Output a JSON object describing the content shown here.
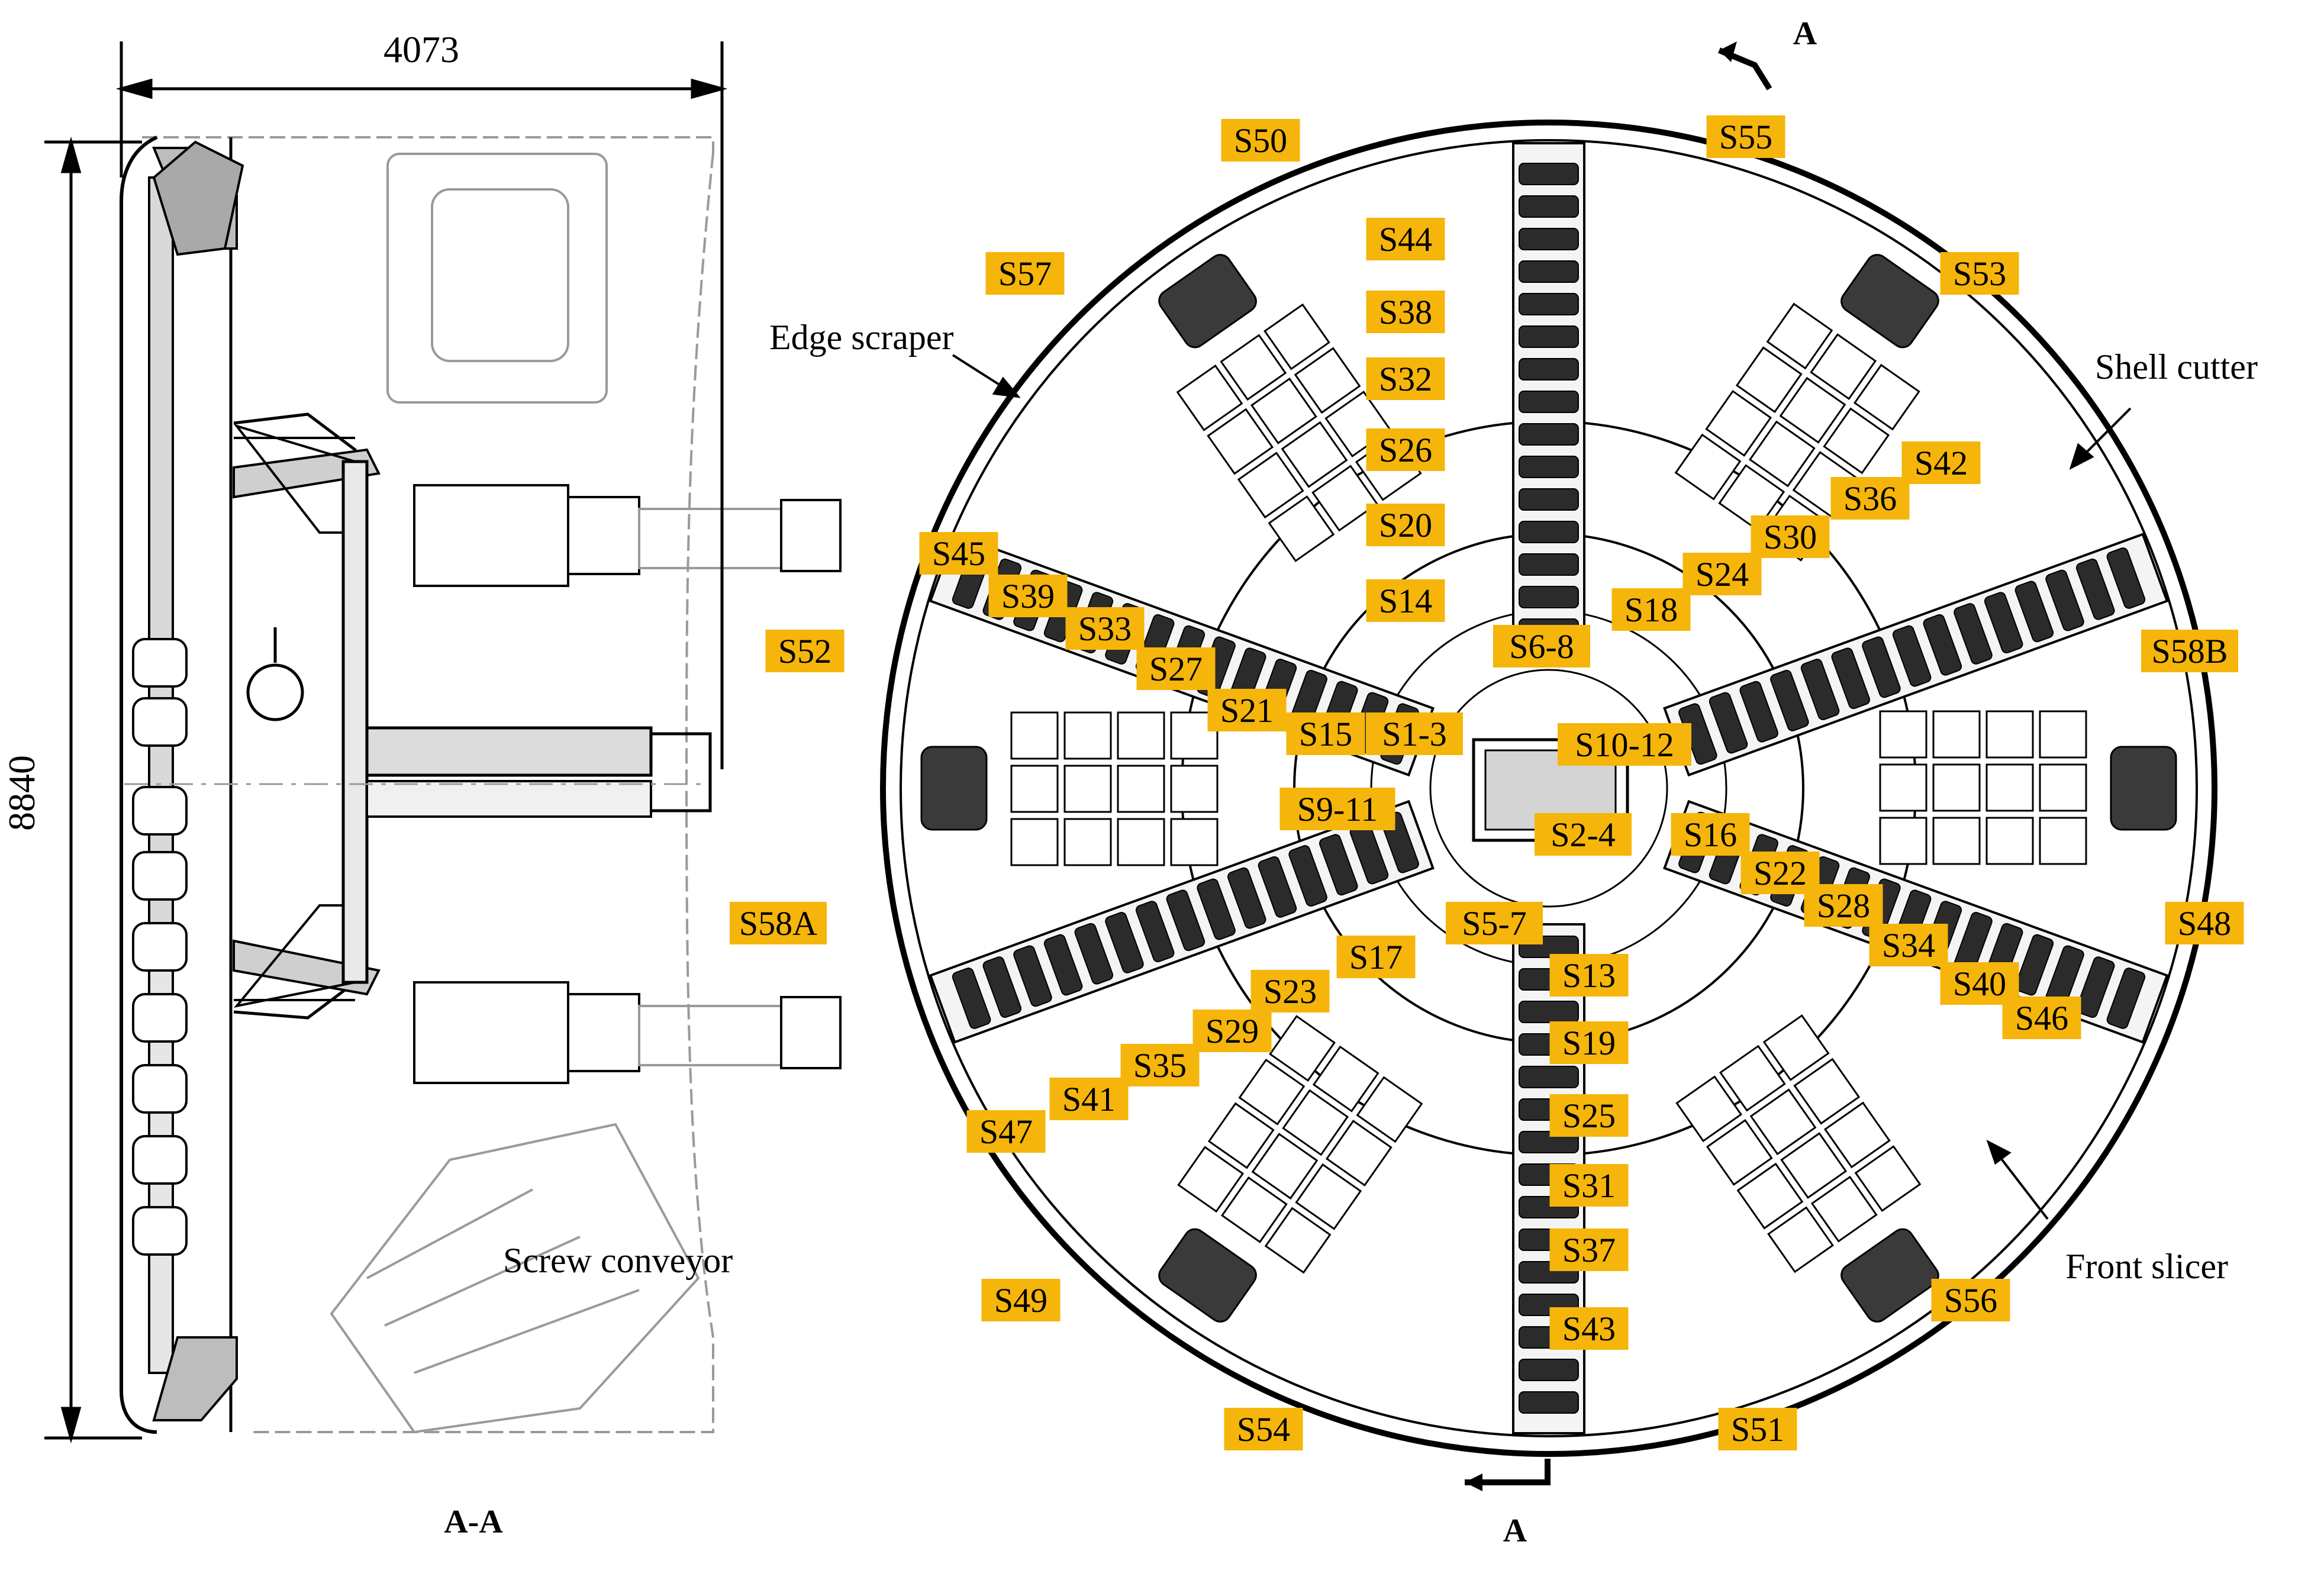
{
  "colors": {
    "tag_fill": "#F5B50A",
    "line": "#000000",
    "faint_line": "#9a9a9a",
    "background": "#ffffff"
  },
  "dimensions": {
    "width": "4073",
    "height": "8840"
  },
  "section": {
    "marker": "A",
    "view_caption": "A-A"
  },
  "annotations": {
    "edge_scraper": "Edge scraper",
    "shell_cutter": "Shell cutter",
    "front_slicer": "Front slicer",
    "screw_conveyor": "Screw conveyor"
  },
  "cutters": [
    "S50",
    "S55",
    "S44",
    "S57",
    "S53",
    "S38",
    "S32",
    "S26",
    "S42",
    "S36",
    "S20",
    "S30",
    "S45",
    "S24",
    "S39",
    "S14",
    "S18",
    "S33",
    "S6-8",
    "S52",
    "S58B",
    "S27",
    "S21",
    "S15",
    "S1-3",
    "S10-12",
    "S9-11",
    "S2-4",
    "S16",
    "S22",
    "S28",
    "S58A",
    "S5-7",
    "S48",
    "S34",
    "S17",
    "S23",
    "S13",
    "S40",
    "S29",
    "S46",
    "S19",
    "S35",
    "S41",
    "S25",
    "S47",
    "S31",
    "S37",
    "S49",
    "S56",
    "S43",
    "S54",
    "S51"
  ],
  "icons": {
    "section_arrow": "section-arrow-icon"
  }
}
